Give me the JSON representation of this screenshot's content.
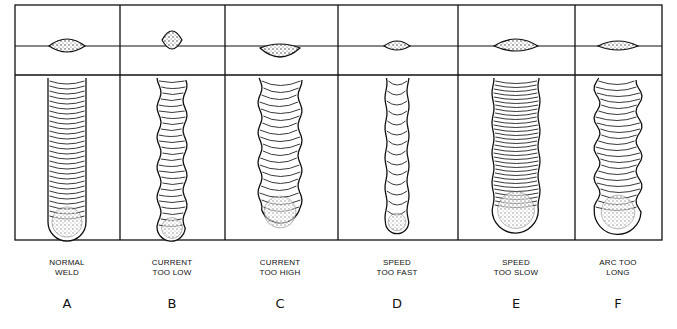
{
  "diagram": {
    "labels": [
      "NORMAL WELD",
      "CURRENT TOO LOW",
      "CURRENT TOO HIGH",
      "SPEED TOO FAST",
      "SPEED TOO SLOW",
      "ARC TOO LONG",
      "A",
      "B",
      "C",
      "D",
      "E",
      "F"
    ]
  }
}
